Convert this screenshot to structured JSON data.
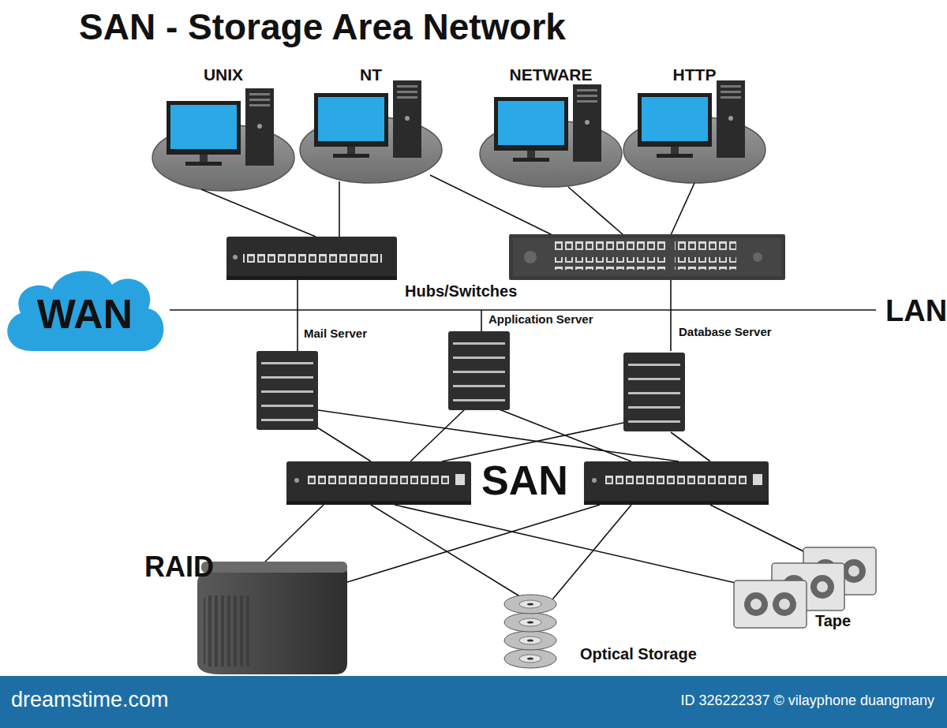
{
  "diagram": {
    "title": "SAN - Storage Area Network",
    "nodes": [
      {
        "text": [
          "UNIX"
        ]
      },
      {
        "text": [
          "NT"
        ]
      },
      {
        "text": [
          "NETWARE"
        ]
      },
      {
        "text": [
          "HTTP"
        ]
      },
      {
        "text": [
          "WAN"
        ]
      },
      {
        "text": [
          "SAN"
        ]
      },
      {
        "text": [
          "Mail Server"
        ],
        "in": 5
      },
      {
        "text": [
          "Application Server"
        ],
        "in": 5
      },
      {
        "text": [
          "Database Server"
        ],
        "in": 5
      },
      {
        "text": [
          "RAID"
        ]
      },
      {
        "text": [
          "Optical Storage"
        ]
      },
      {
        "text": [
          "Tape"
        ]
      }
    ],
    "labels": [
      "Hubs/Switches",
      "LAN",
      "dreamstime.com",
      "ID 326222337 © vilayphone duangmany"
    ]
  }
}
